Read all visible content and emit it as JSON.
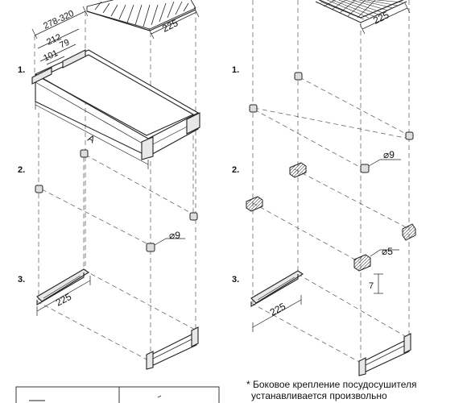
{
  "left": {
    "dims": {
      "top_range": "278-320",
      "width_212": "212",
      "width_79": "79",
      "width_101": "101",
      "depth_225": "225",
      "length_a": "A",
      "hole_9": "⌀9",
      "tray_225": "225"
    },
    "steps": {
      "s1": "1.",
      "s2": "2.",
      "s3": "3."
    }
  },
  "right": {
    "dims": {
      "depth_225": "225",
      "hole_9": "⌀9",
      "hole_5": "⌀5",
      "offset_7": "7",
      "tray_225": "225"
    },
    "steps": {
      "s1": "1.",
      "s2": "2.",
      "s3": "3."
    }
  },
  "footnote": {
    "line1": "* Боковое крепление посудосушителя",
    "line2": "устанавливается произвольно"
  }
}
